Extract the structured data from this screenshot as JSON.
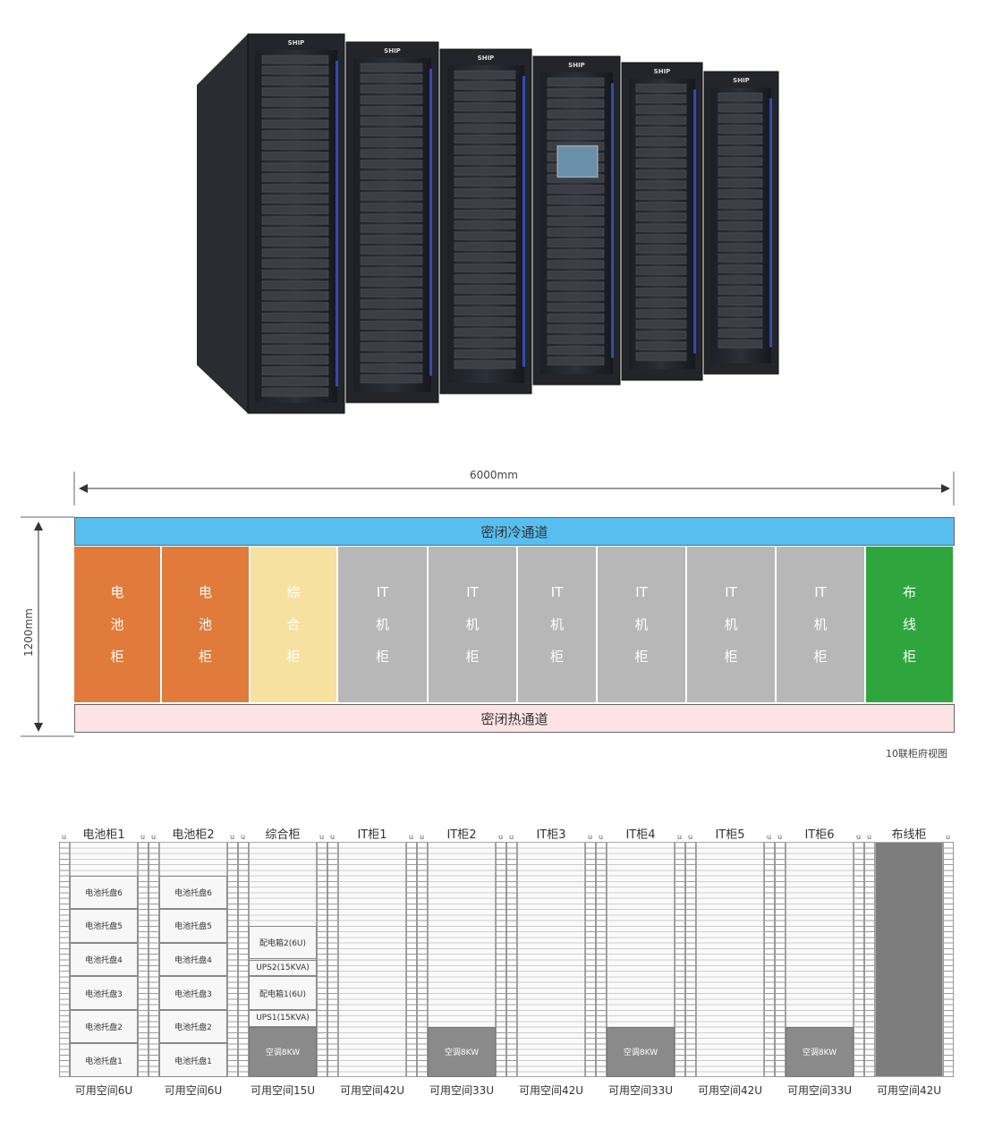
{
  "photo": {
    "brand": "SHIP"
  },
  "plan": {
    "width_label": "6000mm",
    "depth_label": "1200mm",
    "cold_aisle": "密闭冷通道",
    "hot_aisle": "密闭热通道",
    "caption": "10联柜府视图",
    "cabinets": [
      {
        "lines": [
          "电",
          "池",
          "柜"
        ],
        "color": "#e07b3c"
      },
      {
        "lines": [
          "电",
          "池",
          "柜"
        ],
        "color": "#e07b3c"
      },
      {
        "lines": [
          "综",
          "合",
          "柜"
        ],
        "color": "#f6e1a0"
      },
      {
        "lines": [
          "IT",
          "机",
          "柜"
        ],
        "color": "#b7b7b7"
      },
      {
        "lines": [
          "IT",
          "机",
          "柜"
        ],
        "color": "#b7b7b7"
      },
      {
        "lines": [
          "IT",
          "机",
          "柜"
        ],
        "color": "#b7b7b7"
      },
      {
        "lines": [
          "IT",
          "机",
          "柜"
        ],
        "color": "#b7b7b7"
      },
      {
        "lines": [
          "IT",
          "机",
          "柜"
        ],
        "color": "#b7b7b7"
      },
      {
        "lines": [
          "IT",
          "机",
          "柜"
        ],
        "color": "#b7b7b7"
      },
      {
        "lines": [
          "布",
          "线",
          "柜"
        ],
        "color": "#2ea63d"
      }
    ],
    "colors": {
      "cold": "#57bfef",
      "hot": "#fde3e5"
    }
  },
  "racks": {
    "unit_label": "u",
    "items": [
      {
        "title": "电池柜1",
        "available": "可用空间6U",
        "slots": [
          {
            "label": "电池托盘6",
            "start": 31,
            "end": 36
          },
          {
            "label": "电池托盘5",
            "start": 25,
            "end": 30
          },
          {
            "label": "电池托盘4",
            "start": 19,
            "end": 24
          },
          {
            "label": "电池托盘3",
            "start": 13,
            "end": 18
          },
          {
            "label": "电池托盘2",
            "start": 7,
            "end": 12
          },
          {
            "label": "电池托盘1",
            "start": 1,
            "end": 6
          }
        ]
      },
      {
        "title": "电池柜2",
        "available": "可用空间6U",
        "slots": [
          {
            "label": "电池托盘6",
            "start": 31,
            "end": 36
          },
          {
            "label": "电池托盘5",
            "start": 25,
            "end": 30
          },
          {
            "label": "电池托盘4",
            "start": 19,
            "end": 24
          },
          {
            "label": "电池托盘3",
            "start": 13,
            "end": 18
          },
          {
            "label": "电池托盘2",
            "start": 7,
            "end": 12
          },
          {
            "label": "电池托盘1",
            "start": 1,
            "end": 6
          }
        ]
      },
      {
        "title": "综合柜",
        "available": "可用空间15U",
        "slots": [
          {
            "label": "配电箱2(6U)",
            "start": 22,
            "end": 27
          },
          {
            "label": "UPS2(15KVA)",
            "start": 19,
            "end": 21
          },
          {
            "label": "配电箱1(6U)",
            "start": 13,
            "end": 18
          },
          {
            "label": "UPS1(15KVA)",
            "start": 10,
            "end": 12
          },
          {
            "label": "空调8KW",
            "start": 1,
            "end": 9,
            "ac": true
          }
        ]
      },
      {
        "title": "IT柜1",
        "available": "可用空间42U",
        "slots": []
      },
      {
        "title": "IT柜2",
        "available": "可用空间33U",
        "slots": [
          {
            "label": "空调8KW",
            "start": 1,
            "end": 9,
            "ac": true
          }
        ]
      },
      {
        "title": "IT柜3",
        "available": "可用空间42U",
        "slots": []
      },
      {
        "title": "IT柜4",
        "available": "可用空间33U",
        "slots": [
          {
            "label": "空调8KW",
            "start": 1,
            "end": 9,
            "ac": true
          }
        ]
      },
      {
        "title": "IT柜5",
        "available": "可用空间42U",
        "slots": []
      },
      {
        "title": "IT柜6",
        "available": "可用空间33U",
        "slots": [
          {
            "label": "空调8KW",
            "start": 1,
            "end": 9,
            "ac": true
          }
        ]
      },
      {
        "title": "布线柜",
        "available": "可用空间42U",
        "slots": [],
        "full_dark": true
      }
    ]
  }
}
